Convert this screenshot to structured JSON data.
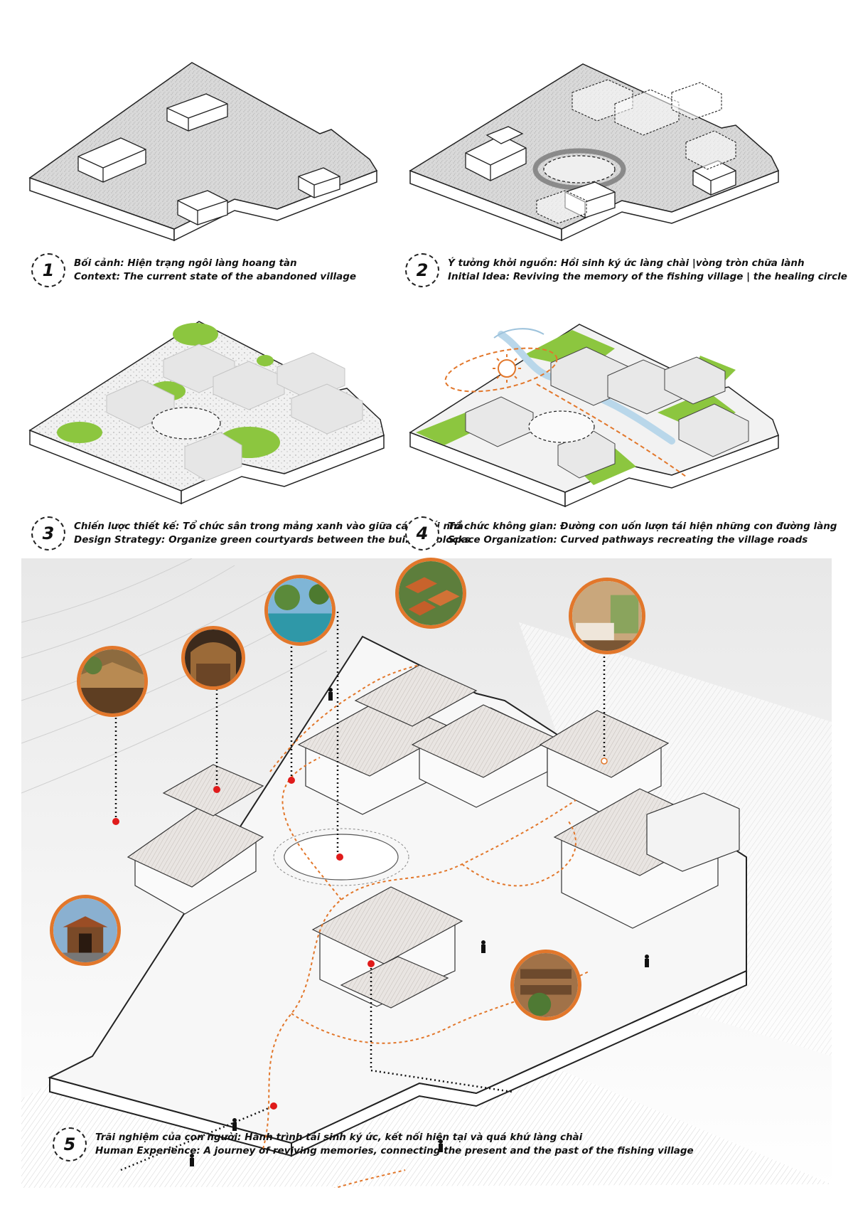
{
  "panels": [
    {
      "number": "1",
      "line_vi": "Bối cảnh: Hiện trạng ngôi làng hoang tàn",
      "line_en": "Context: The current state of the abandoned village"
    },
    {
      "number": "2",
      "line_vi": "Ý tưởng khởi nguồn: Hồi sinh ký ức làng chài |vòng tròn chữa lành",
      "line_en": "Initial Idea: Reviving the memory of the fishing village | the healing circle"
    },
    {
      "number": "3",
      "line_vi": "Chiến lược thiết kế: Tổ chức sân trong mảng xanh vào giữa các khối nhà",
      "line_en": "Design Strategy: Organize green courtyards between the building blocks"
    },
    {
      "number": "4",
      "line_vi": "Tổ chức không gian: Đường con uốn lượn tái hiện những con đường làng",
      "line_en": "Space Organization: Curved pathways recreating the village roads"
    },
    {
      "number": "5",
      "line_vi": "Trãi nghiệm của con người: Hành trình tái sinh ký ức, kết nối hiện tại  và  quá khứ  làng chài",
      "line_en": "Human Experience: A journey of reviving memories, connecting the present and the past of the fishing village"
    }
  ],
  "colors": {
    "accent_orange": "#e2772b",
    "green": "#8cc63f",
    "water": "#b9d7ea",
    "marker_red": "#e01b1b",
    "ground": "#dcdcdc",
    "line": "#222222"
  },
  "photos": [
    {
      "name": "restaurant-photo"
    },
    {
      "name": "hall-photo"
    },
    {
      "name": "pool-photo"
    },
    {
      "name": "aerial-village-photo"
    },
    {
      "name": "bedroom-photo"
    },
    {
      "name": "gate-photo"
    },
    {
      "name": "facade-photo"
    }
  ]
}
